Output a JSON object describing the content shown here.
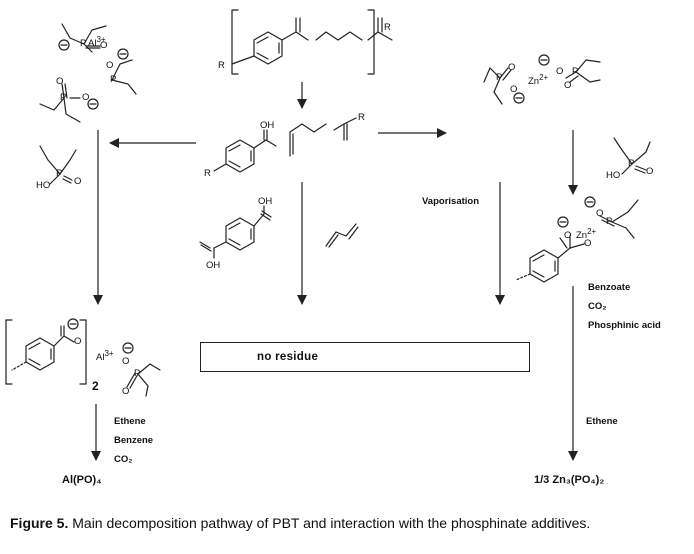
{
  "chemistry": {
    "aluminium_phosphinate": {
      "aluminium_label": "Al",
      "aluminium_charge": "3+",
      "o_label": "O",
      "p_label": "P",
      "minus": "−"
    },
    "diethylphosphinic_acid": {
      "ho": "HO",
      "p": "P",
      "o": "O"
    },
    "pbt_monomer": {
      "r": "R"
    },
    "benzoic_acid": {
      "oh": "OH",
      "r": "R"
    },
    "butenyl_ester": {
      "r": "R"
    },
    "terephthalic_acid": {
      "oh_top": "OH",
      "oh_bottom": "OH"
    },
    "zinc_phosphinate": {
      "zinc_label": "Zn",
      "zinc_charge": "2+"
    },
    "zinc_benzoate": {
      "zinc_charge": "2+"
    },
    "aluminium_benzoate": {
      "subscript": "2",
      "al": "Al",
      "al_charge": "3+"
    }
  },
  "labels": {
    "vaporisation": "Vaporisation",
    "no_residue": "no   residue",
    "zn_products": [
      "Benzoate",
      "CO₂",
      "Phosphinic acid"
    ],
    "al_products": [
      "Ethene",
      "Benzene",
      "CO₂"
    ],
    "zn_ethene": "Ethene",
    "al_residue": "Al(PO)₄",
    "zn_residue": "1/3  Zn₃(PO₄)₂"
  },
  "caption": {
    "label": "Figure 5.",
    "text": " Main decomposition pathway of PBT and interaction with the phosphinate additives."
  }
}
